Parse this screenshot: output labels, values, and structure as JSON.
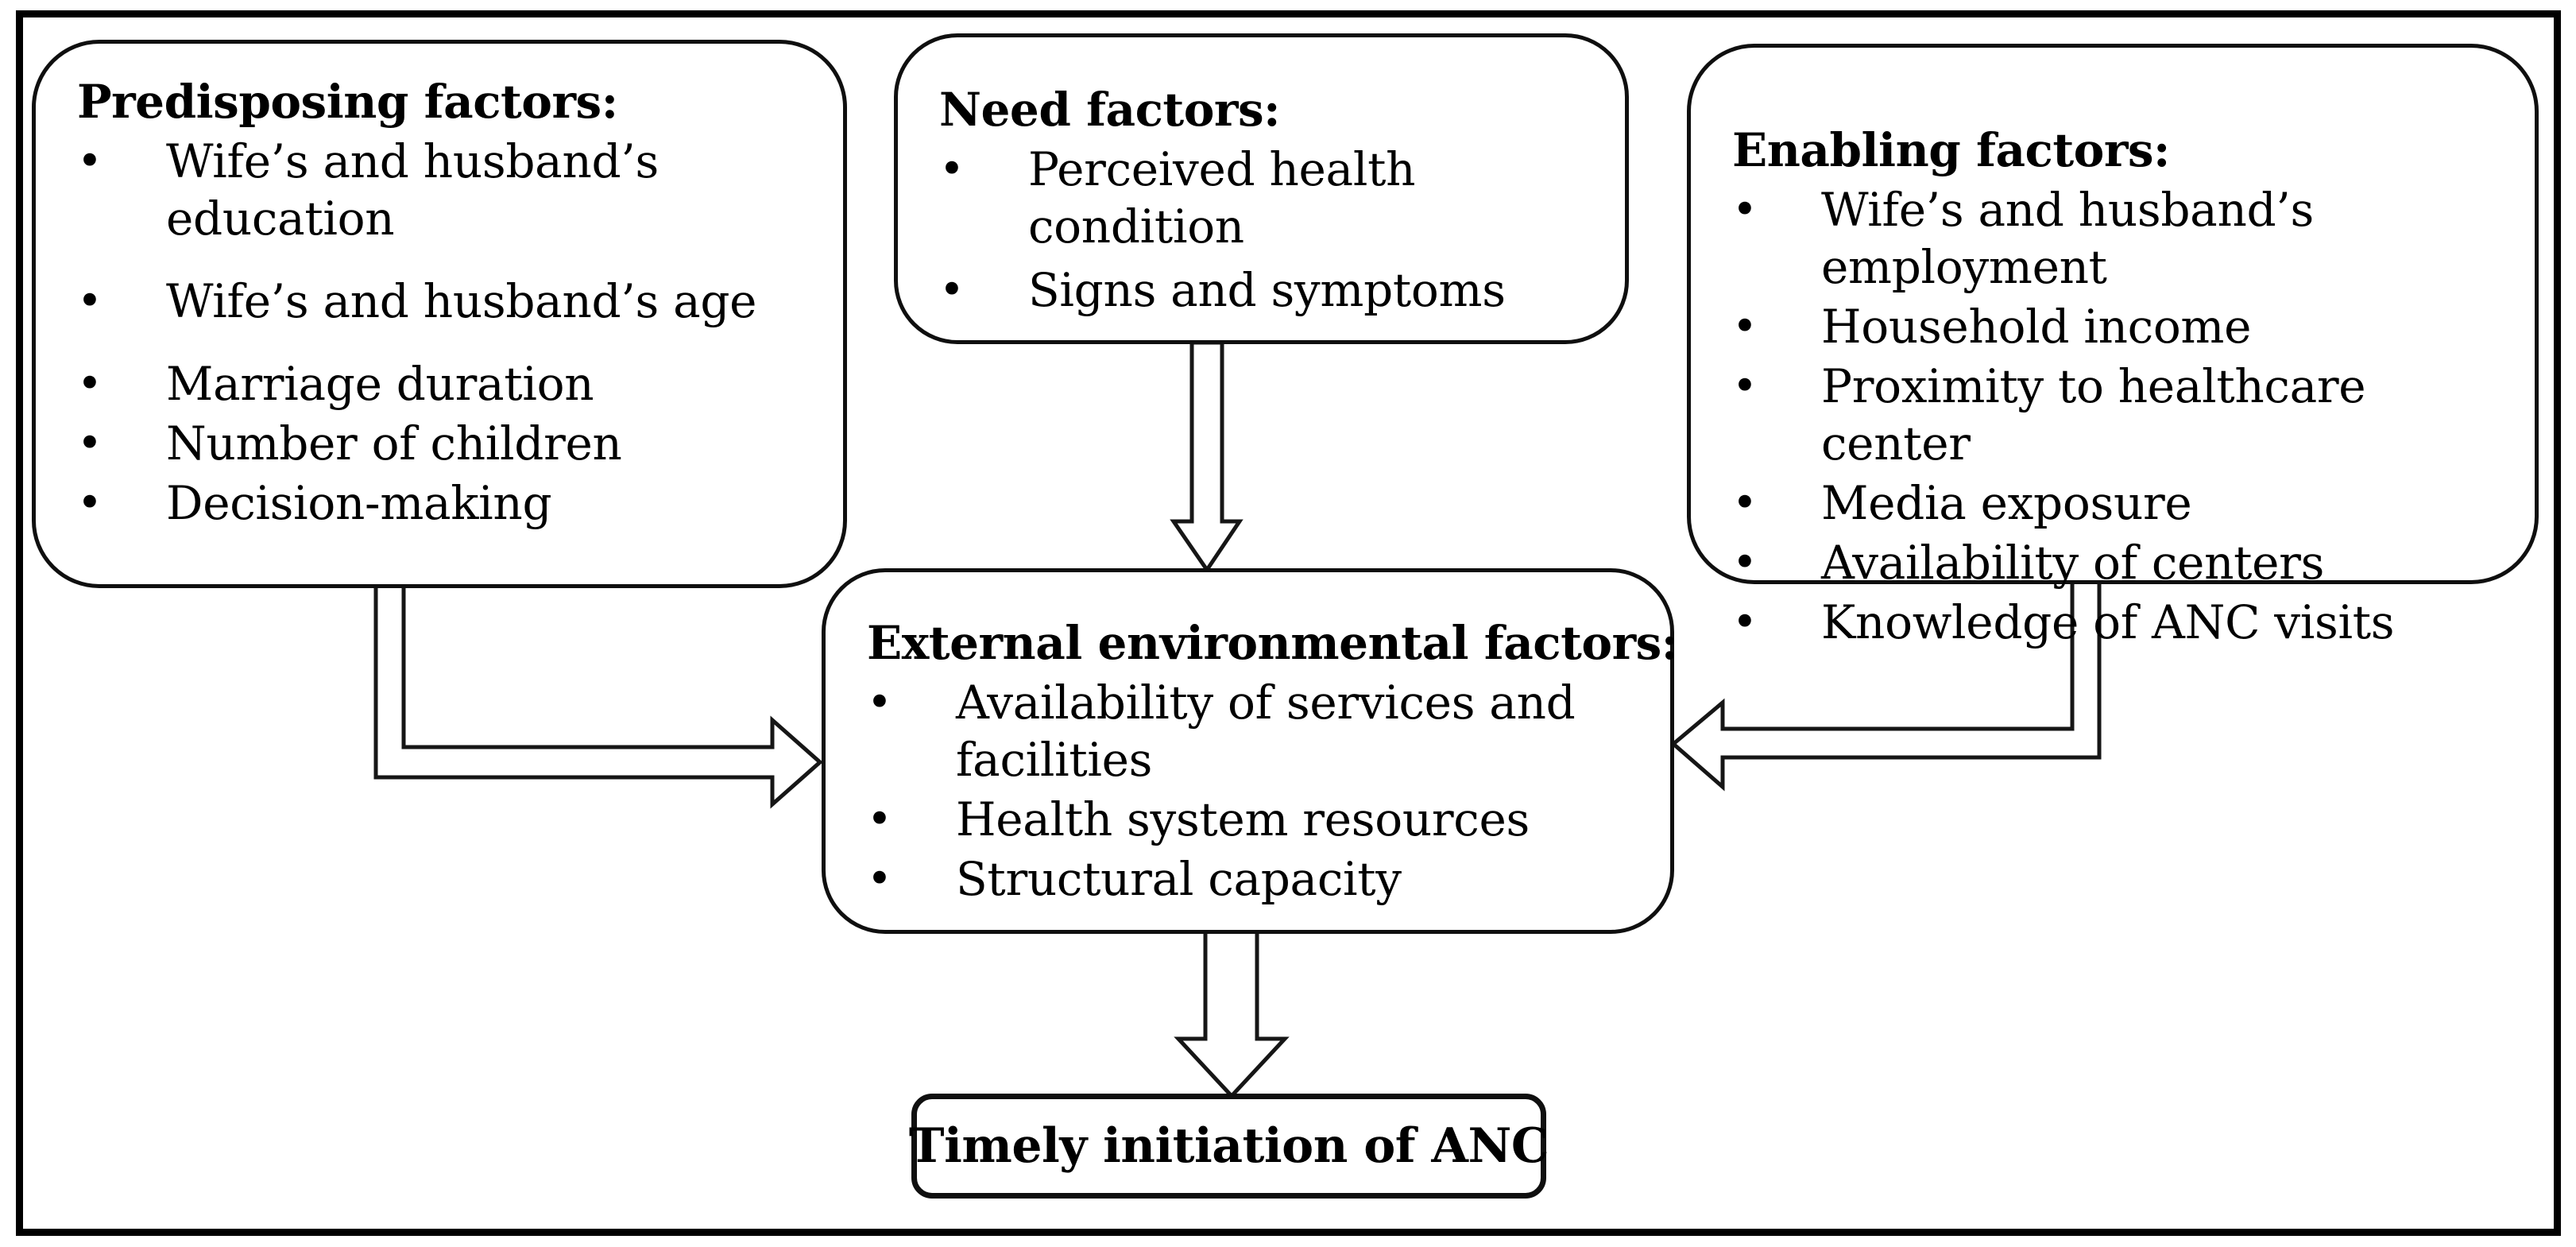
{
  "figure": {
    "colors": {
      "ink": "#000000",
      "paper": "#ffffff"
    },
    "bullet_glyph": "•",
    "boxes": {
      "predisposing": {
        "title": "Predisposing factors:",
        "items": [
          "Wife’s and husband’s\neducation",
          "Wife’s and husband’s age",
          "Marriage duration",
          "Number of children",
          "Decision-making"
        ]
      },
      "need": {
        "title": "Need factors:",
        "items": [
          "Perceived health\ncondition",
          "Signs and symptoms"
        ]
      },
      "enabling": {
        "title": "Enabling factors:",
        "items": [
          "Wife’s and husband’s\nemployment",
          "Household income",
          "Proximity to healthcare center",
          "Media exposure",
          "Availability of centers",
          "Knowledge of ANC visits"
        ]
      },
      "external": {
        "title": "External environmental factors:",
        "items": [
          "Availability of services and\nfacilities",
          "Health system resources",
          "Structural capacity"
        ]
      },
      "outcome": {
        "label": "Timely initiation of ANC"
      }
    }
  }
}
